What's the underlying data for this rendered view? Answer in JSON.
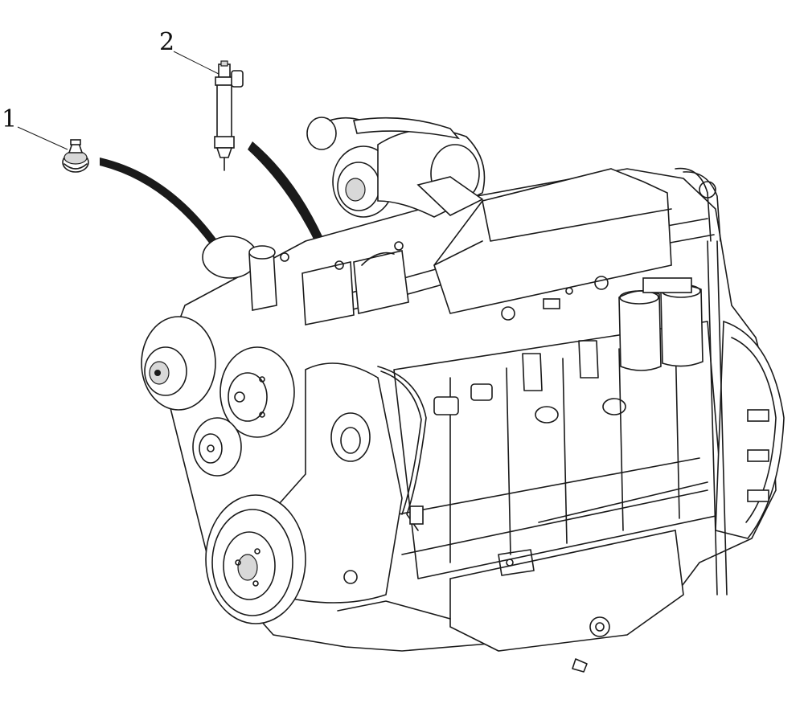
{
  "callouts": [
    {
      "number": "1",
      "part": "thermostat"
    },
    {
      "number": "2",
      "part": "injector"
    }
  ],
  "colors": {
    "line": "#1a1a1a",
    "background": "#ffffff",
    "shading": "#d8d8d8"
  }
}
